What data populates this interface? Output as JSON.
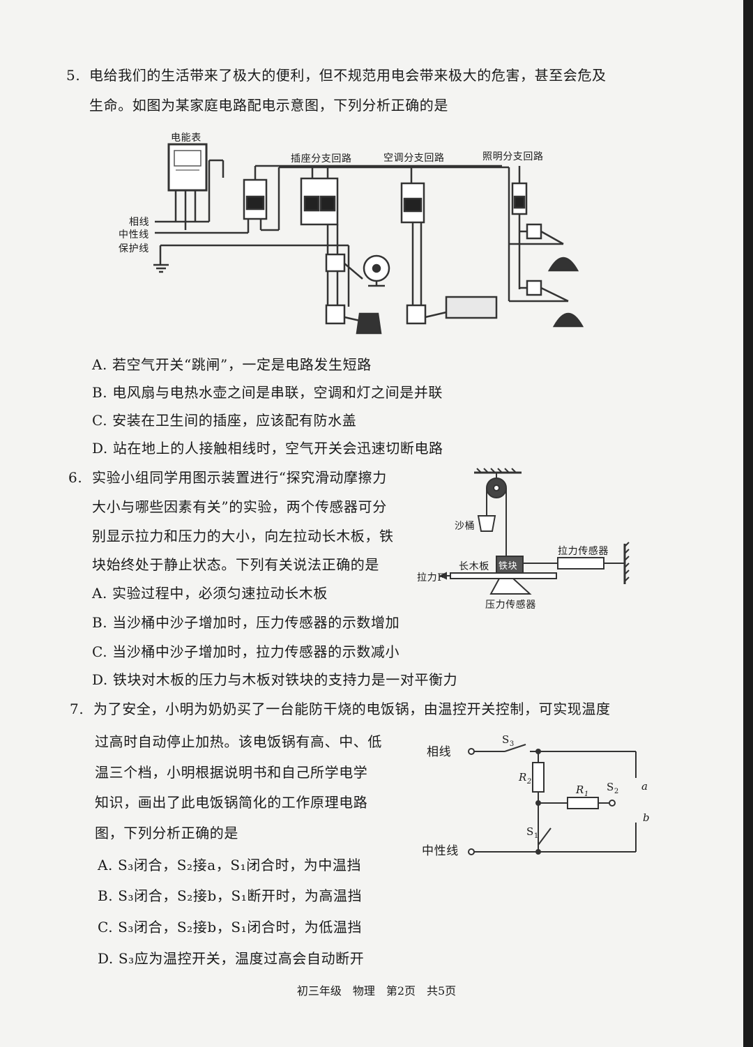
{
  "q5": {
    "number": "5.",
    "stem_line1": "电给我们的生活带来了极大的便利，但不规范用电会带来极大的危害，甚至会危及",
    "stem_line2": "生命。如图为某家庭电路配电示意图，下列分析正确的是",
    "figure": {
      "meter_label": "电能表",
      "live_label": "相线",
      "neutral_label": "中性线",
      "ground_label": "保护线",
      "socket_branch": "插座分支回路",
      "ac_branch": "空调分支回路",
      "light_branch": "照明分支回路"
    },
    "options": [
      {
        "label": "A.",
        "text": "若空气开关“跳闸”，一定是电路发生短路"
      },
      {
        "label": "B.",
        "text": "电风扇与电热水壶之间是串联，空调和灯之间是并联"
      },
      {
        "label": "C.",
        "text": "安装在卫生间的插座，应该配有防水盖"
      },
      {
        "label": "D.",
        "text": "站在地上的人接触相线时，空气开关会迅速切断电路"
      }
    ]
  },
  "q6": {
    "number": "6.",
    "stem_lines": [
      "实验小组同学用图示装置进行“探究滑动摩擦力",
      "大小与哪些因素有关”的实验，两个传感器可分",
      "别显示拉力和压力的大小，向左拉动长木板，铁",
      "块始终处于静止状态。下列有关说法正确的是"
    ],
    "figure": {
      "bucket_label": "沙桶",
      "pull_sensor_label": "拉力传感器",
      "board_label": "长木板",
      "block_label": "铁块",
      "force_label": "拉力F",
      "press_sensor_label": "压力传感器"
    },
    "options": [
      {
        "label": "A.",
        "text": "实验过程中，必须匀速拉动长木板"
      },
      {
        "label": "B.",
        "text": "当沙桶中沙子增加时，压力传感器的示数增加"
      },
      {
        "label": "C.",
        "text": "当沙桶中沙子增加时，拉力传感器的示数减小"
      },
      {
        "label": "D.",
        "text": "铁块对木板的压力与木板对铁块的支持力是一对平衡力"
      }
    ]
  },
  "q7": {
    "number": "7.",
    "stem_line1": "为了安全，小明为奶奶买了一台能防干烧的电饭锅，由温控开关控制，可实现温度",
    "stem_lines": [
      "过高时自动停止加热。该电饭锅有高、中、低",
      "温三个档，小明根据说明书和自己所学电学",
      "知识，画出了此电饭锅简化的工作原理电路",
      "图，下列分析正确的是"
    ],
    "figure": {
      "live_label": "相线",
      "neutral_label": "中性线",
      "s3": "S",
      "s3_sub": "3",
      "s2": "S",
      "s2_sub": "2",
      "s1": "S",
      "s1_sub": "1",
      "r1": "R",
      "r1_sub": "1",
      "r2": "R",
      "r2_sub": "2",
      "a": "a",
      "b": "b"
    },
    "options": [
      {
        "label": "A.",
        "text": "S₃闭合，S₂接a，S₁闭合时，为中温挡"
      },
      {
        "label": "B.",
        "text": "S₃闭合，S₂接b，S₁断开时，为高温挡"
      },
      {
        "label": "C.",
        "text": "S₃闭合，S₂接b，S₁闭合时，为低温挡"
      },
      {
        "label": "D.",
        "text": "S₃应为温控开关，温度过高会自动断开"
      }
    ]
  },
  "footer": "初三年级　物理　第2页　共5页"
}
